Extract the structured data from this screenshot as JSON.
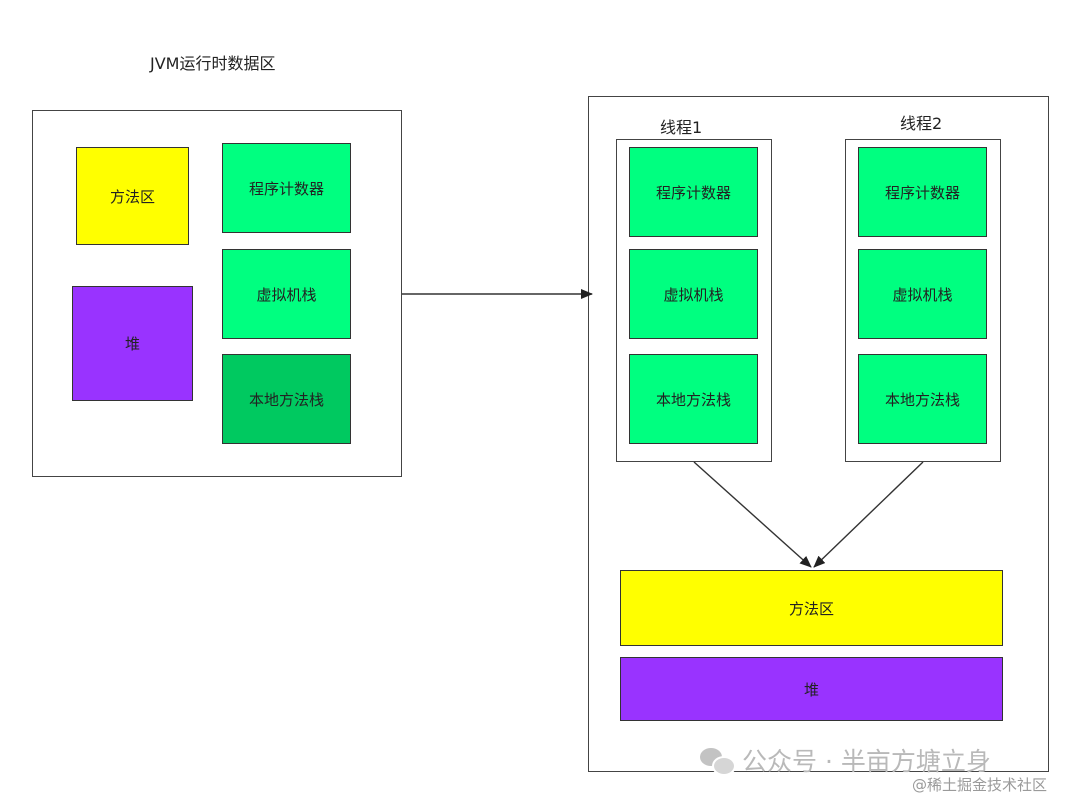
{
  "title": "JVM运行时数据区",
  "left_region": {
    "method_area": "方法区",
    "heap": "堆",
    "program_counter": "程序计数器",
    "vm_stack": "虚拟机栈",
    "native_method_stack": "本地方法栈"
  },
  "right_region": {
    "thread1": {
      "label": "线程1",
      "program_counter": "程序计数器",
      "vm_stack": "虚拟机栈",
      "native_method_stack": "本地方法栈"
    },
    "thread2": {
      "label": "线程2",
      "program_counter": "程序计数器",
      "vm_stack": "虚拟机栈",
      "native_method_stack": "本地方法栈"
    },
    "method_area": "方法区",
    "heap": "堆"
  },
  "watermark": {
    "main": "公众号 · 半亩方塘立身",
    "sub": "@稀土掘金技术社区"
  },
  "colors": {
    "method_area": "#ffff00",
    "heap": "#9933ff",
    "thread_private": "#00ff80",
    "native_stack_left": "#00c960"
  }
}
